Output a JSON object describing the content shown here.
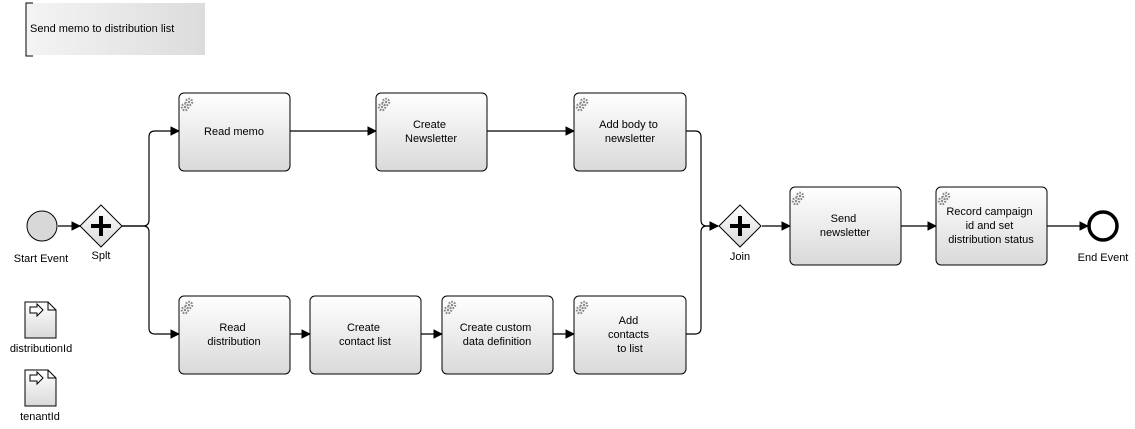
{
  "annotation": {
    "text": "Send memo to distribution list"
  },
  "events": {
    "start": {
      "label": "Start Event"
    },
    "end": {
      "label": "End Event"
    }
  },
  "gateways": {
    "split": {
      "label": "Splt"
    },
    "join": {
      "label": "Join"
    }
  },
  "tasks": {
    "read_memo": {
      "lines": [
        "Read memo"
      ]
    },
    "create_newsletter": {
      "lines": [
        "Create",
        "Newsletter"
      ]
    },
    "add_body": {
      "lines": [
        "Add body to",
        "newsletter"
      ]
    },
    "read_distribution": {
      "lines": [
        "Read",
        "distribution"
      ]
    },
    "create_contact_list": {
      "lines": [
        "Create",
        "contact list"
      ]
    },
    "create_custom_data": {
      "lines": [
        "Create custom",
        "data definition"
      ]
    },
    "add_contacts": {
      "lines": [
        "Add",
        "contacts",
        "to list"
      ]
    },
    "send_newsletter": {
      "lines": [
        "Send",
        "newsletter"
      ]
    },
    "record_campaign": {
      "lines": [
        "Record campaign",
        "id and set",
        "distribution status"
      ]
    }
  },
  "data_objects": {
    "distribution_id": {
      "label": "distributionId"
    },
    "tenant_id": {
      "label": "tenantId"
    }
  },
  "colors": {
    "task_fill_top": "#ffffff",
    "task_fill_bottom": "#d9d9d9",
    "start_fill": "#d8d8d8",
    "gear": "#8a8a8a",
    "stroke": "#000000"
  },
  "icons": {
    "service_task": "gear-icon",
    "gateway": "plus-icon",
    "data_input": "arrow-right-icon"
  }
}
